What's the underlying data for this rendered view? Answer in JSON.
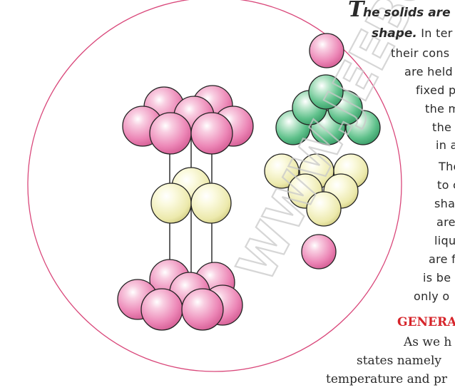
{
  "colors": {
    "circle_stroke": "#d9477a",
    "pink": "#ea7fb1",
    "green": "#59bd86",
    "yellow": "#ebe9a9",
    "heading": "#d6242a",
    "watermark": "#cfcfcf"
  },
  "watermark": "WWW.JEEBOOKS.IN",
  "text": {
    "lead_cap": "T",
    "lead_rest": "he solids are",
    "line2_bold": "shape.",
    "line2_rest": " In ter",
    "line3": "their cons",
    "line4": "are held",
    "line5": "fixed p",
    "line6": "the m",
    "line7": "the",
    "line8": "in a",
    "line9": "The",
    "line10": "to c",
    "line11": "sha",
    "line12": "are",
    "line13": "liqu",
    "line14": "are f",
    "line15": "is be",
    "line16": "only o",
    "heading": "GENERA",
    "p2_line1": "As we h",
    "p2_line2": "states namely",
    "p2_line3": "temperature and pr"
  }
}
